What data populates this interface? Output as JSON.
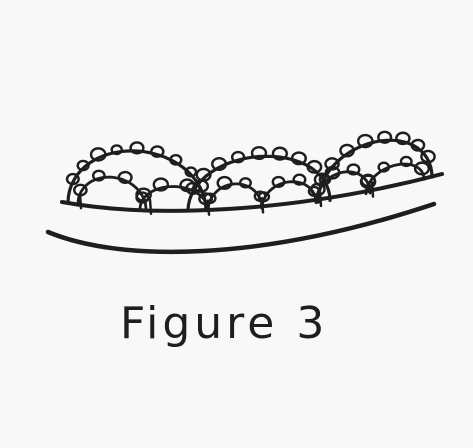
{
  "figure": {
    "caption": "Figure 3",
    "large_arch_count": 3,
    "small_arch_count": 6
  },
  "colors": {
    "background": "#f7f8f7",
    "ink": "#1e1e1e"
  }
}
